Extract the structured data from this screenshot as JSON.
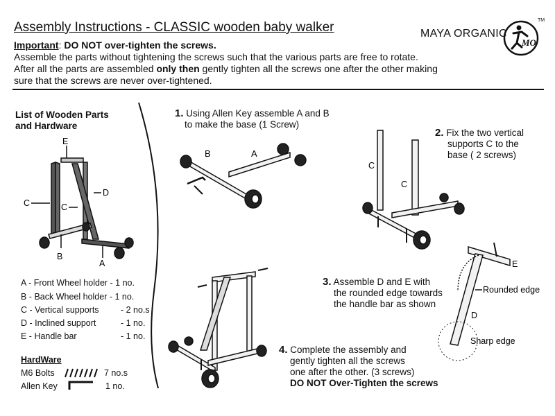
{
  "header": {
    "title": "Assembly Instructions - CLASSIC wooden baby walker",
    "brand": "MAYA ORGANIC",
    "trademark": "TM",
    "logo_text": "MO"
  },
  "important": {
    "label": "Important",
    "sep": ": ",
    "warning": "DO NOT over-tighten the screws.",
    "line2": "Assemble the parts without tightening the screws such that the various parts are free to rotate.",
    "line3_a": "After all the parts are assembled ",
    "line3_b": "only then",
    "line3_c": " gently tighten all the screws one after the other making",
    "line4": "sure that the screws are never over-tightened."
  },
  "parts_list": {
    "title_line1": "List of Wooden Parts",
    "title_line2": "and Hardware",
    "diagram_labels": {
      "E": "E",
      "D": "D",
      "C1": "C",
      "C2": "C",
      "B": "B",
      "A": "A"
    },
    "items": [
      {
        "name": "A - Front Wheel holder",
        "qty": "- 1 no."
      },
      {
        "name": "B - Back Wheel holder",
        "qty": "- 1 no."
      },
      {
        "name": "C - Vertical supports",
        "qty": "  - 2 no.s"
      },
      {
        "name": "D - Inclined support",
        "qty": "  - 1 no."
      },
      {
        "name": "E - Handle bar",
        "qty": "  - 1 no."
      }
    ],
    "hardware_title": "HardWare",
    "hardware": [
      {
        "name": "M6 Bolts",
        "qty": "7 no.s"
      },
      {
        "name": "Allen Key",
        "qty": "1 no."
      }
    ]
  },
  "steps": {
    "s1": {
      "num": "1.",
      "line1": " Using Allen Key assemble A and B",
      "line2": "to make the base (1 Screw)",
      "label_b": "B",
      "label_a": "A"
    },
    "s2": {
      "num": "2.",
      "line1": " Fix the two vertical",
      "line2": "supports C to the",
      "line3": "base ( 2 screws)",
      "label_c1": "C",
      "label_c2": "C"
    },
    "s3": {
      "num": "3.",
      "line1": " Assemble D and E with",
      "line2": "the rounded edge towards",
      "line3": "the handle bar as shown",
      "label_e": "E",
      "label_d": "D",
      "rounded": "Rounded edge",
      "sharp": "Sharp edge"
    },
    "s4": {
      "num": "4.",
      "line1": " Complete the assembly and",
      "line2": "gently tighten all the screws",
      "line3": "one after the other. (3 screws)",
      "line4": "DO NOT Over-Tighten the screws"
    }
  }
}
